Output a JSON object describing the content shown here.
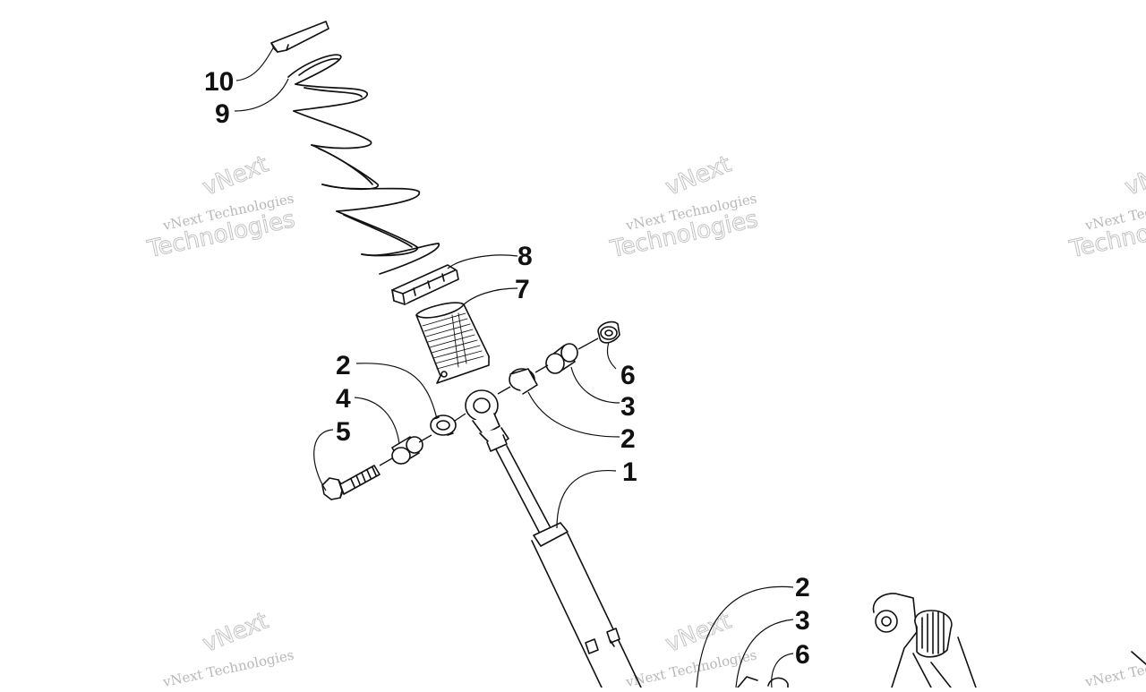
{
  "watermark": {
    "line1": "vNext Technologies",
    "line2": "Technologies",
    "line3": "vNext"
  },
  "callouts": [
    "10",
    "9",
    "8",
    "7",
    "6",
    "3",
    "2",
    "4",
    "5",
    "2",
    "1",
    "2",
    "3",
    "6"
  ],
  "colors": {
    "ink": "#111111",
    "watermark": "#c0c0c0",
    "background": "#ffffff"
  }
}
